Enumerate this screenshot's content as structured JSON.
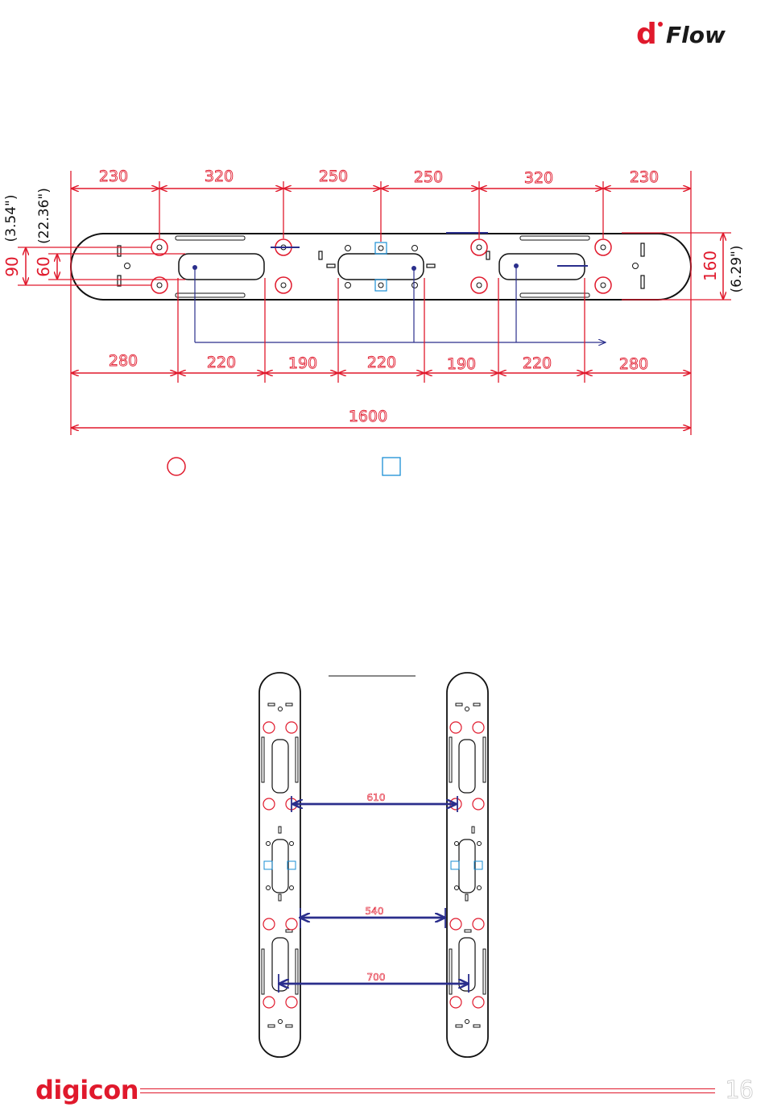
{
  "brand": {
    "product_d": "d",
    "product_name": "Flow",
    "company": "digicon"
  },
  "page_number": "16",
  "top_drawing": {
    "top_dimensions": [
      "230",
      "320",
      "250",
      "250",
      "320",
      "230"
    ],
    "bottom_dimensions": [
      "280",
      "220",
      "190",
      "220",
      "190",
      "220",
      "280"
    ],
    "overall_length": "1600",
    "left_dimensions": {
      "outer": "90",
      "inner": "60",
      "outer_inch": "(3.54\")",
      "inner_inch": "(22.36\")"
    },
    "right_dimension": {
      "value": "160",
      "inch": "(6.29\")"
    }
  },
  "bottom_drawing": {
    "distances": [
      "610",
      "540",
      "700"
    ]
  },
  "colors": {
    "dimension": "#e0192c",
    "drawing": "#111111",
    "arrow": "#2a2e8c",
    "marker": "#1a8fd6"
  },
  "legend_icons": [
    "red-circle-icon",
    "blue-square-icon"
  ]
}
